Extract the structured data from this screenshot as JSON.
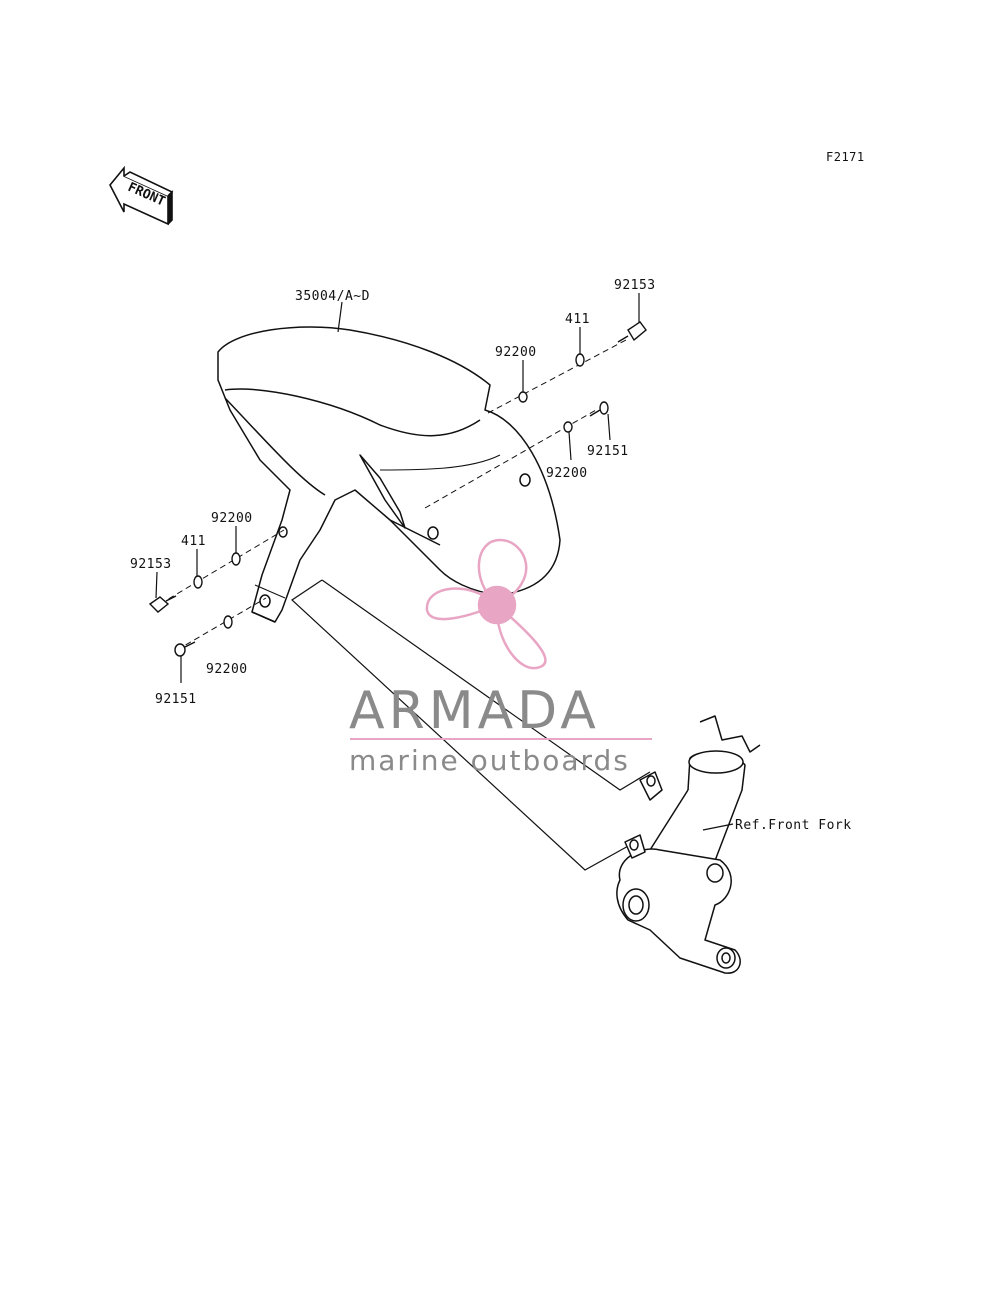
{
  "figure_code": "F2171",
  "front_arrow_label": "FRONT",
  "parts": {
    "fender": "35004/A~D",
    "bolt_top_right": "92153",
    "washer_top_right": "411",
    "collar_top_right": "92200",
    "bolt_mid_right": "92151",
    "collar_mid_right": "92200",
    "collar_left_upper": "92200",
    "washer_left": "411",
    "bolt_left_upper": "92153",
    "collar_left_lower": "92200",
    "bolt_left_lower": "92151"
  },
  "reference_label": "Ref.Front Fork",
  "watermark": {
    "name": "ARMADA",
    "tagline": "marine outboards",
    "logo_color": "#e8a6c4",
    "text_color": "#8a8a8a"
  }
}
